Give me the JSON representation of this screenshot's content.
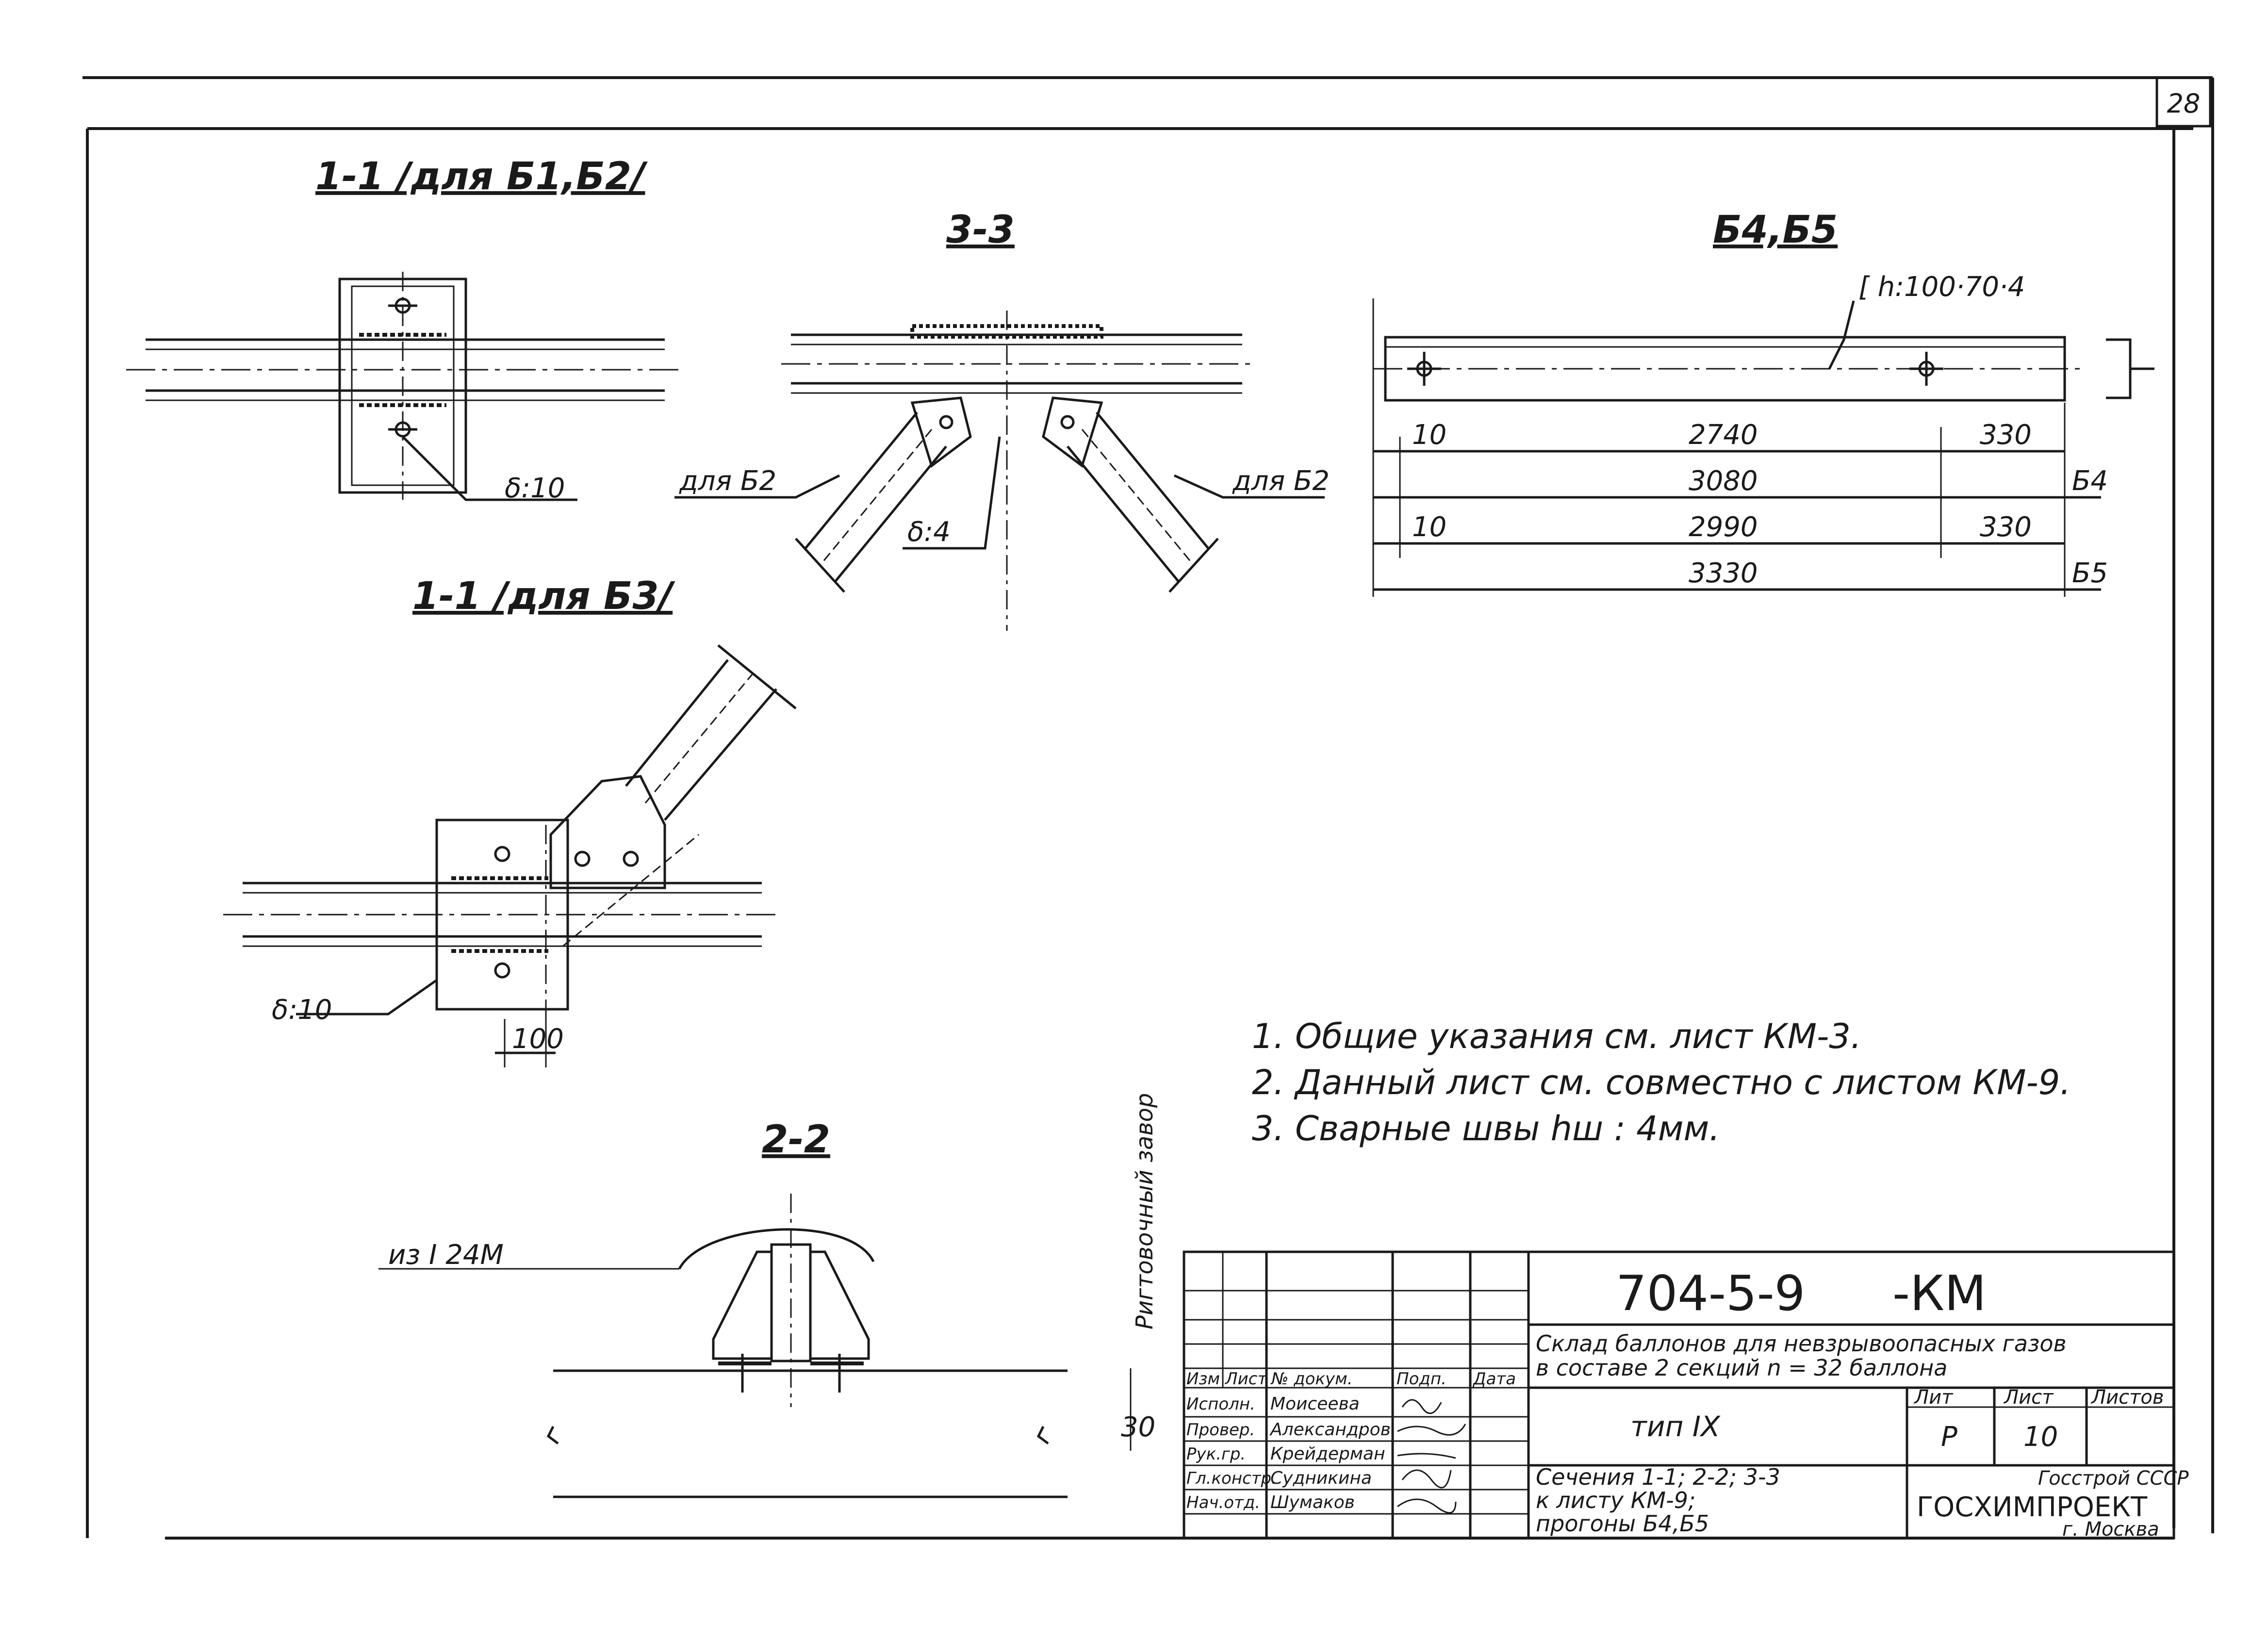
{
  "sheet": {
    "number": "28"
  },
  "sections": {
    "s11_b1b2": {
      "title": "1-1 /для Б1,Б2/",
      "plate": "δ:10"
    },
    "s33": {
      "title": "3-3",
      "label_left": "для Б2",
      "label_right": "для Б2",
      "plate": "δ:4"
    },
    "b4b5": {
      "title": "Б4,Б5",
      "profile": "[ h:100·70·4",
      "dims_b4": [
        "10",
        "2740",
        "330"
      ],
      "total_b4": "3080",
      "mark_b4": "Б4",
      "dims_b5": [
        "10",
        "2990",
        "330"
      ],
      "total_b5": "3330",
      "mark_b5": "Б5"
    },
    "s11_b3": {
      "title": "1-1 /для Б3/",
      "plate": "δ:10",
      "dim": "100"
    },
    "s22": {
      "title": "2-2",
      "beam_label": "из I 24М",
      "side_label": "Ригтовочный завор",
      "dim": "30"
    }
  },
  "notes": [
    "1. Общие указания см. лист КМ-3.",
    "2. Данный лист см. совместно с листом КМ-9.",
    "3. Сварные швы hш : 4мм."
  ],
  "title_block": {
    "code": "704-5-9",
    "suffix": "-КМ",
    "description": [
      "Склад баллонов для невзрывоопасных газов",
      "в составе 2 секций  n = 32 баллона"
    ],
    "type_label": "тип IX",
    "drawing_title": [
      "Сечения 1-1; 2-2; 3-3",
      "к листу КМ-9;",
      "прогоны Б4,Б5"
    ],
    "columns": [
      "Изм",
      "Лист",
      "№ докум.",
      "Подп.",
      "Дата"
    ],
    "roles": [
      "Исполн.",
      "Провер.",
      "Рук.гр.",
      "Гл.констр.",
      "Нач.отд."
    ],
    "names": [
      "Моисеева",
      "Александров",
      "Крейдерман",
      "Судникина",
      "Шумаков"
    ],
    "stage_header": [
      "Лит",
      "Лист",
      "Листов"
    ],
    "stage": "Р",
    "sheet": "10",
    "org_top": "Госстрой СССР",
    "org": "ГОСХИМПРОЕКТ",
    "org_city": "г. Москва"
  }
}
